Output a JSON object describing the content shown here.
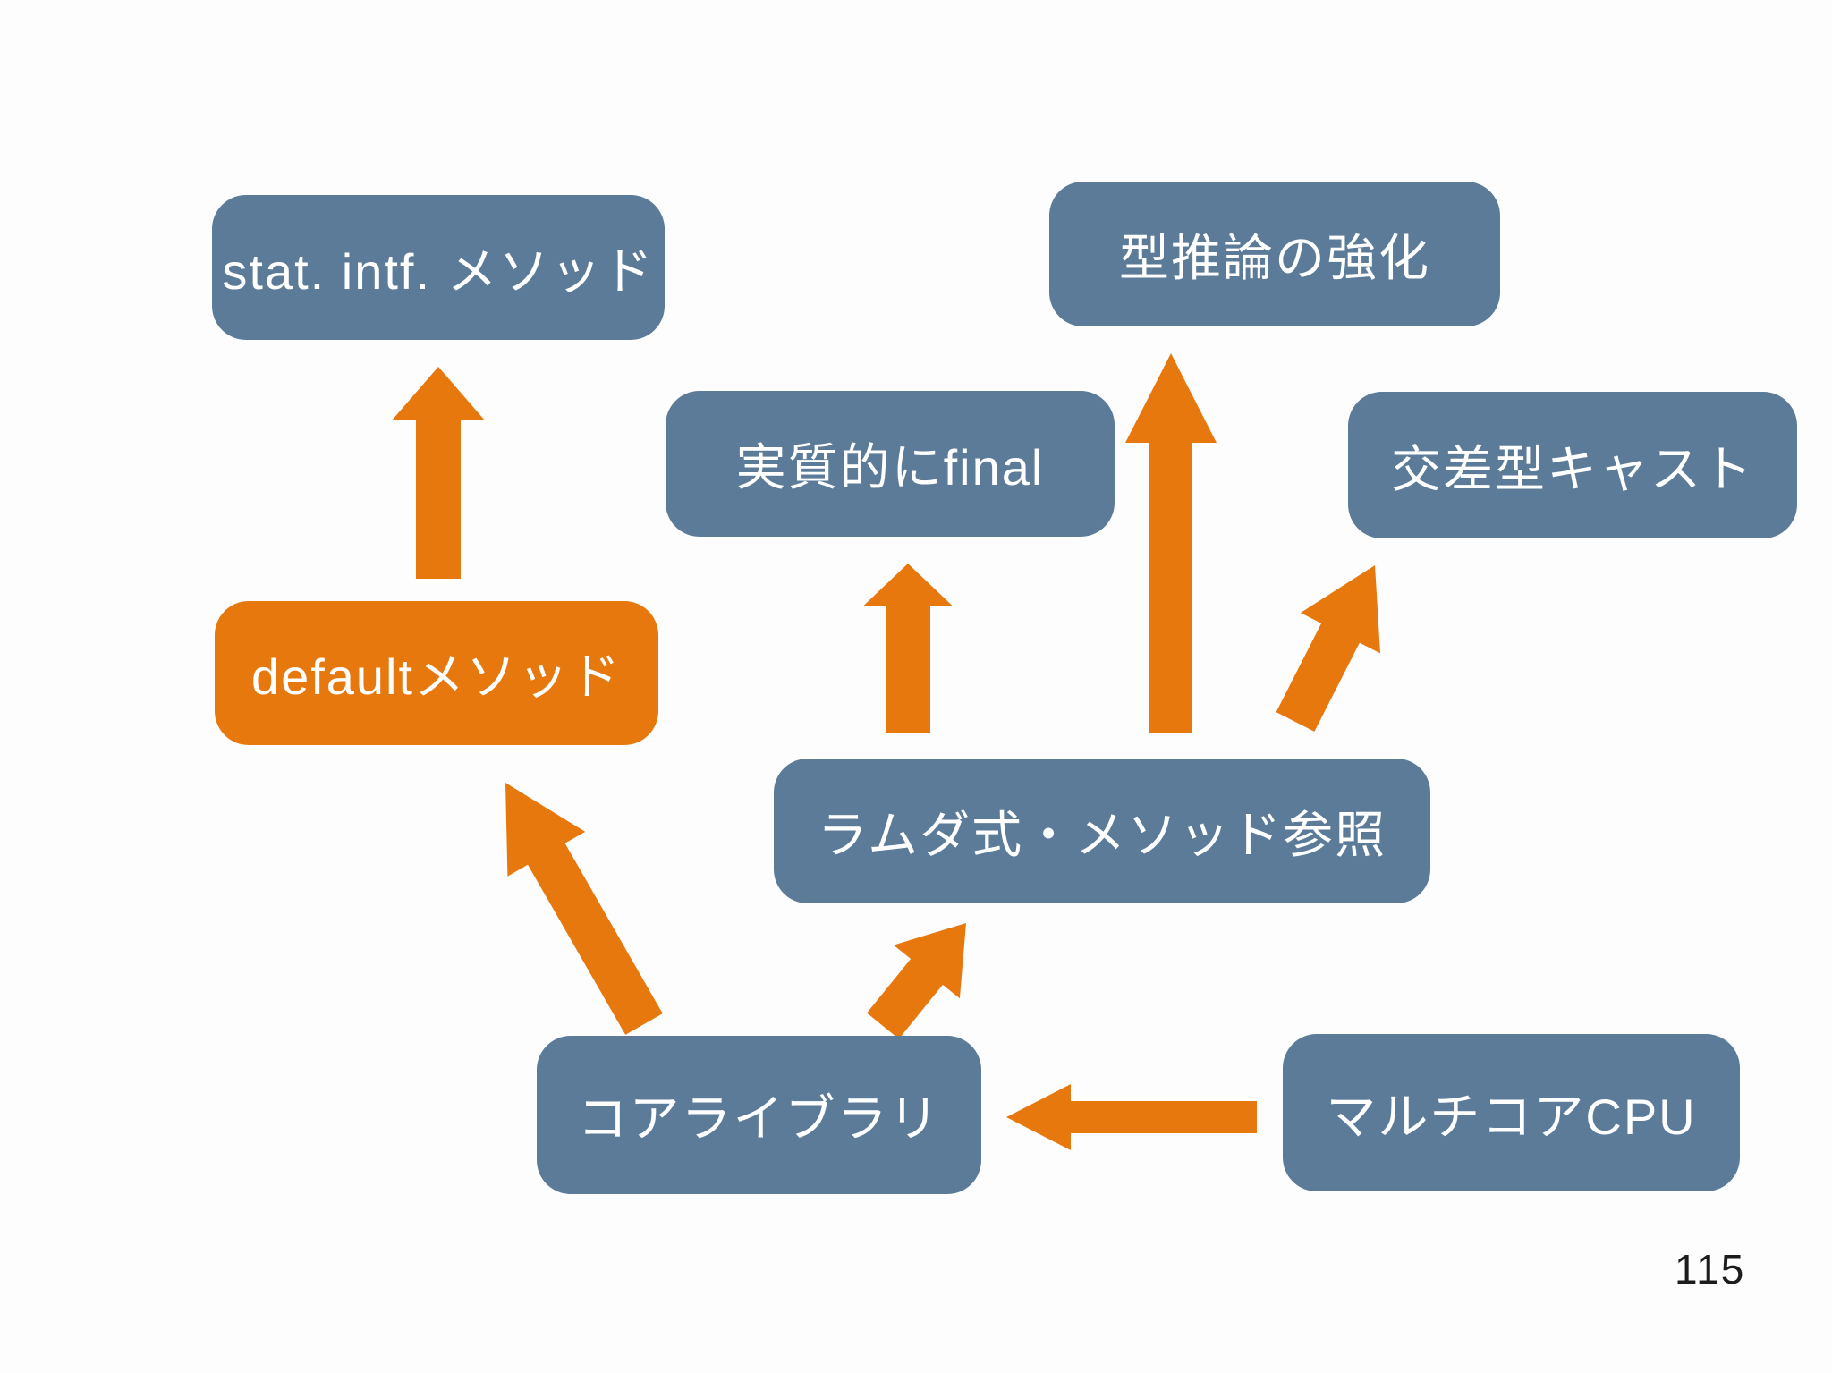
{
  "slide": {
    "page_number": "115"
  },
  "colors": {
    "slide-bg": "#FDFDFD",
    "node-blue": "#5B7B98",
    "node-orange": "#E6780E",
    "arrow-orange": "#E6780E",
    "node-text": "#FFFFFF",
    "page-number-text": "#1C1C1C"
  },
  "nodes": [
    {
      "id": "stat-intf-method",
      "label": "stat. intf. メソッド",
      "color": "blue"
    },
    {
      "id": "type-inference",
      "label": "型推論の強化",
      "color": "blue"
    },
    {
      "id": "effectively-final",
      "label": "実質的にfinal",
      "color": "blue"
    },
    {
      "id": "intersection-cast",
      "label": "交差型キャスト",
      "color": "blue"
    },
    {
      "id": "default-method",
      "label": "defaultメソッド",
      "color": "orange"
    },
    {
      "id": "lambda-method-ref",
      "label": "ラムダ式・メソッド参照",
      "color": "blue"
    },
    {
      "id": "core-library",
      "label": "コアライブラリ",
      "color": "blue"
    },
    {
      "id": "multicore-cpu",
      "label": "マルチコアCPU",
      "color": "blue"
    }
  ],
  "edges": [
    {
      "from": "default-method",
      "to": "stat-intf-method"
    },
    {
      "from": "lambda-method-ref",
      "to": "effectively-final"
    },
    {
      "from": "lambda-method-ref",
      "to": "type-inference"
    },
    {
      "from": "lambda-method-ref",
      "to": "intersection-cast"
    },
    {
      "from": "core-library",
      "to": "default-method"
    },
    {
      "from": "core-library",
      "to": "lambda-method-ref"
    },
    {
      "from": "multicore-cpu",
      "to": "core-library"
    }
  ]
}
